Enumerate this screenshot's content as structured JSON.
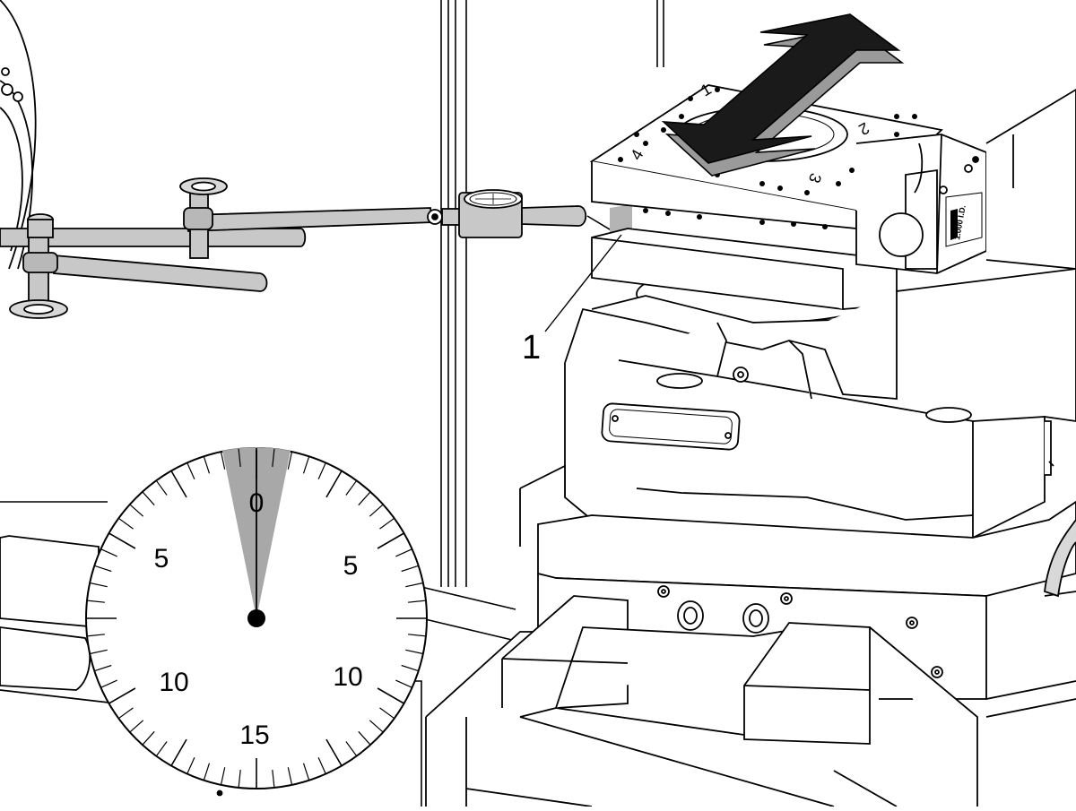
{
  "callout": {
    "number": "1"
  },
  "dial": {
    "labels": {
      "top": "0",
      "left_upper": "5",
      "right_upper": "5",
      "left_lower": "10",
      "right_lower": "10",
      "bottom": "15"
    }
  },
  "vise": {
    "jaw_numbers": {
      "n1": "1",
      "n2": "2",
      "n3": "3",
      "n4": "4"
    },
    "side_label": "1.000 I.D."
  },
  "colors": {
    "line": "#000000",
    "arrow_dark": "#1a1a1a",
    "arrow_edge": "#9a9a9a",
    "needle_sector": "#a8a8a8",
    "indicator_arm": "#c8c8c8",
    "stylus_block": "#b4b4b4"
  }
}
